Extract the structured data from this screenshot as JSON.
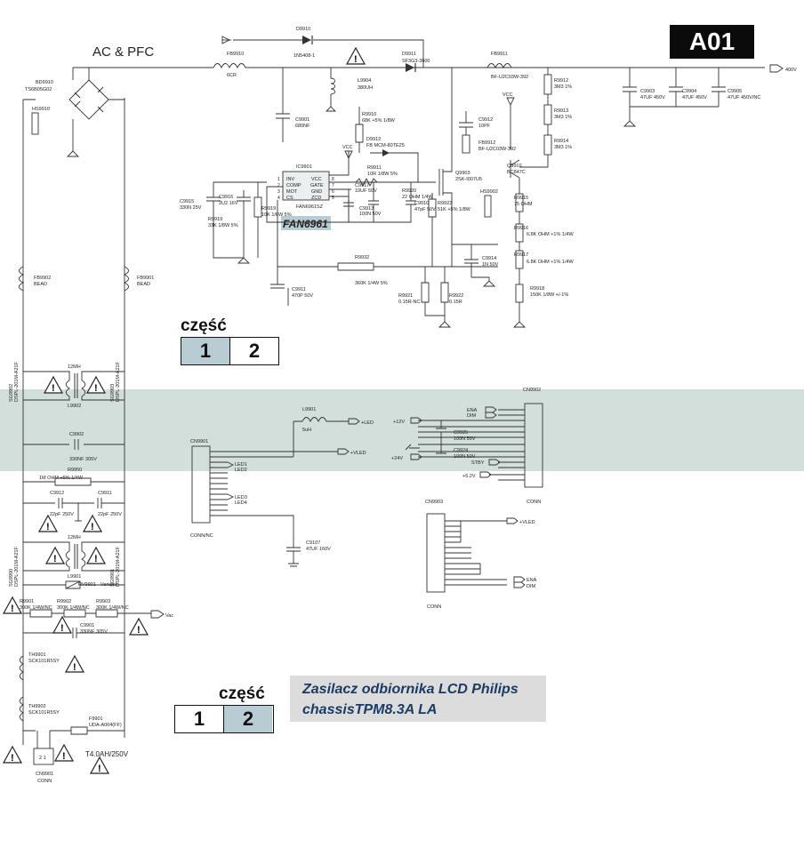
{
  "header": {
    "section_title": "AC & PFC",
    "sheet_badge": "A01"
  },
  "ic": {
    "ref": "IC9901",
    "part": "FAN6961SZ",
    "name_label": "FAN6961",
    "pins_left": [
      "INV",
      "COMP",
      "MOT",
      "CS"
    ],
    "pins_right": [
      "VCC",
      "GATE",
      "GND",
      "ZCD"
    ],
    "pin_numbers_left": [
      "1",
      "2",
      "3",
      "4"
    ],
    "pin_numbers_right": [
      "8",
      "7",
      "6",
      "5"
    ]
  },
  "labels": {
    "bridge": [
      "BD9910",
      "TS6B05G02"
    ],
    "hs": "HS9910",
    "fb_in": [
      "FB9910",
      "6CR"
    ],
    "d9910": [
      "D9910",
      "1N5408-1"
    ],
    "l9904": [
      "L9904",
      "380UH"
    ],
    "c9901": [
      "C9901",
      "680NF"
    ],
    "d9911": [
      "D9911",
      "SF3G3-3600"
    ],
    "fb9911": [
      "FB9911",
      "BF-U2C03W-392"
    ],
    "r9910": [
      "R9910",
      "68K +5% 1/8W"
    ],
    "d9912": [
      "D9912",
      "FB MCM-80TE25"
    ],
    "r9911": [
      "R9911",
      "10R 1/8W 5%"
    ],
    "q9903": [
      "Q9903",
      "2SK-I007U5"
    ],
    "c9912": [
      "C9912",
      "10PF"
    ],
    "fb9912": [
      "FB9912",
      "BF-U2C03W-392"
    ],
    "r9912": [
      "R9912",
      "3M3 1%"
    ],
    "r9913": [
      "R9913",
      "3M3 1%"
    ],
    "r9914": [
      "R9914",
      "3M3 1%"
    ],
    "c9903": [
      "C9903",
      "47UF 450V"
    ],
    "c9904": [
      "C9904",
      "47UF 450V"
    ],
    "c9905": [
      "C9905",
      "47UF 450V/NC"
    ],
    "q9910": [
      "Q9910",
      "BC847C"
    ],
    "hs9902": "HS9902",
    "r9915": [
      "R9915",
      "75 OHM"
    ],
    "r9916": [
      "R9916",
      "6.8K OHM +1% 1/4W"
    ],
    "r9917": [
      "R9917",
      "6.8K OHM +1% 1/4W"
    ],
    "r9918": [
      "R9918",
      "150K 1/8W +/-1%"
    ],
    "c9915": [
      "C9915",
      "330N 25V"
    ],
    "c9916": [
      "C9916",
      "2U2 16V"
    ],
    "r9919": [
      "R9919",
      "10K 1/8W 5%"
    ],
    "r9919b": [
      "R9919",
      "33K 1/8W 5%"
    ],
    "c9917": [
      "C9917",
      "10UF 50V"
    ],
    "c9913": [
      "C9913",
      "100N 50V"
    ],
    "r9920": [
      "R9920",
      "22 OHM 1/4W"
    ],
    "c9910": [
      "C9910",
      "47pF 50V"
    ],
    "r9923": [
      "R9923",
      "51K +5% 1/8W"
    ],
    "c9914": [
      "C9914",
      "1N 50V"
    ],
    "r9932": [
      "R9932",
      "360K 1/4W 5%"
    ],
    "c9911": [
      "C9911",
      "470P 50V"
    ],
    "r9921": [
      "R9921",
      "0.15R-NC"
    ],
    "r9922": [
      "R9922",
      "0.15R"
    ],
    "vcc": "VCC",
    "out_400v": "400V",
    "fb9902": [
      "FB9902",
      "BEAD"
    ],
    "fb9901": [
      "FB9901",
      "BEAD"
    ],
    "sg9902": [
      "SG9902",
      "DSPL-201M-A21F"
    ],
    "sg9903": [
      "SG9903",
      "DSPL-201M-A21F"
    ],
    "l9902": [
      "L9902",
      "12MH"
    ],
    "c9902": [
      "C9902",
      "330NF 305V"
    ],
    "r9950": [
      "R9950",
      "1M OHM +5% 1/4W"
    ],
    "c9912b": [
      "C9912",
      "22pF 250V"
    ],
    "c9911b": [
      "C9911",
      "22pF 250V"
    ],
    "sg9900": [
      "SG9900",
      "DSPL-201M-A21F"
    ],
    "sg9901": [
      "SG9901",
      "DSPL-201M-A21F"
    ],
    "l9901": [
      "L9901",
      "12MH"
    ],
    "rv9901": [
      "RV9901",
      "Varistor"
    ],
    "r9901": [
      "R9901",
      "300K 1/4W/NC"
    ],
    "r9902": [
      "R9902",
      "300K 1/4W/NC"
    ],
    "r9903": [
      "R9903",
      "300K 1/4W/NC"
    ],
    "c9901b": [
      "C9901",
      "330NF 305V"
    ],
    "vac": "Vac",
    "th9901": [
      "TH9901",
      "SCK101R5SY"
    ],
    "th9902": [
      "TH9902",
      "SCK101R5SY"
    ],
    "f9901": [
      "F9901",
      "UDA-A004(FF)"
    ],
    "fuse_rating": "T4.0AH/250V",
    "cn9901_ac": [
      "CN9901",
      "CONN"
    ],
    "cn9901": [
      "CN9901",
      "CONN/NC"
    ],
    "l9901b": [
      "L9901",
      "5uH"
    ],
    "led_net": "+LED",
    "vled_net": "+VLED",
    "led_pins": [
      "LED1",
      "LED2",
      "LED3",
      "LED4"
    ],
    "c9107": [
      "C9107",
      "47UF 160V"
    ],
    "cn9902": [
      "CN9902",
      "CONN"
    ],
    "cn9902_nets": [
      "ENA",
      "DIM",
      "+12V",
      "+24V",
      "STBY",
      "+5.2V"
    ],
    "c9925": [
      "C9925",
      "100N 50V"
    ],
    "c9924": [
      "C9924",
      "100N 50V"
    ],
    "cn9903": [
      "CN9903",
      "CONN"
    ],
    "cn9903_nets": [
      "+VLED",
      "ENA",
      "DIM"
    ]
  },
  "pagers": [
    {
      "label": "część",
      "pages": [
        "1",
        "2"
      ],
      "active": "1"
    },
    {
      "label": "część",
      "pages": [
        "1",
        "2"
      ],
      "active": "2"
    }
  ],
  "caption": {
    "line1": "Zasilacz odbiornika LCD Philips",
    "line2": "chassisTPM8.3A LA"
  },
  "colors": {
    "band": "#d3dfda",
    "badge_bg": "#0b0b0b",
    "ic_label_bg": "#b9cbd3",
    "pager_active": "#b9cbd3",
    "caption_bg": "#dcdcdc",
    "caption_text": "#1c3b63"
  }
}
